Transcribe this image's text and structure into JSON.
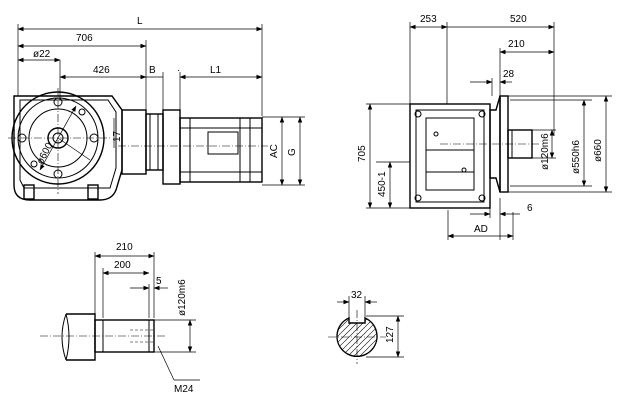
{
  "front_view": {
    "dim_L": "L",
    "dim_706": "706",
    "dim_phi22": "ø22",
    "dim_426": "426",
    "dim_B": "B",
    "dim_L1": "L1",
    "dim_phi600": "ø600",
    "dim_17": "17",
    "dim_AC": "AC",
    "dim_G": "G"
  },
  "side_view": {
    "dim_253": "253",
    "dim_520": "520",
    "dim_210": "210",
    "dim_28": "28",
    "dim_705": "705",
    "dim_450": "450-1",
    "dim_phi120": "ø120m6",
    "dim_phi550": "ø550h6",
    "dim_phi660": "ø660",
    "dim_6": "6",
    "dim_AD": "AD"
  },
  "shaft_detail": {
    "dim_210": "210",
    "dim_200": "200",
    "dim_5": "5",
    "dim_phi120": "ø120m6",
    "thread": "M24"
  },
  "keyway_section": {
    "dim_32": "32",
    "dim_127": "127"
  }
}
